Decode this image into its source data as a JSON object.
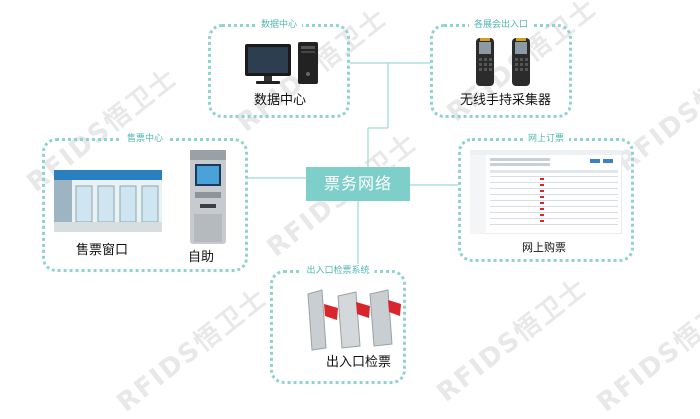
{
  "diagram": {
    "hub": {
      "label": "票务网络"
    },
    "groups": {
      "data_center": {
        "title": "数据中心",
        "item_label": "数据中心"
      },
      "expo_entrance": {
        "title": "各展会出入口",
        "item_label": "无线手持采集器"
      },
      "ticket_center": {
        "title": "售票中心",
        "window_label": "售票窗口",
        "kiosk_label": "自助"
      },
      "online": {
        "title": "网上订票",
        "item_label": "网上购票"
      },
      "gate_system": {
        "title": "出入口检票系统",
        "item_label": "出入口检票"
      }
    },
    "watermark_text": "RFIDS悟卫士"
  },
  "colors": {
    "accent": "#7ecfc9",
    "dotted_border": "#8fd3cf",
    "group_title": "#4fb7b0",
    "wire": "#9dd9d4",
    "gate_flap": "#d9252c"
  }
}
